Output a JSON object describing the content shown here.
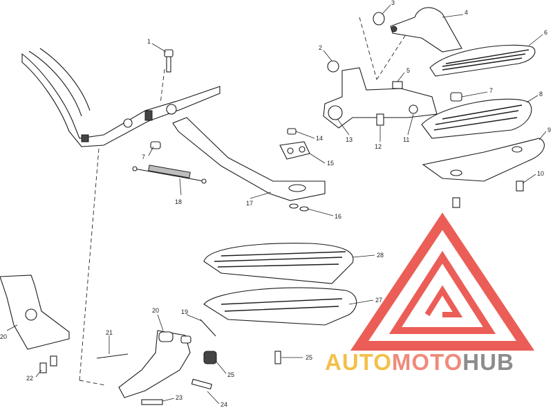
{
  "callouts": {
    "c1": "1",
    "c2": "2",
    "c3": "3",
    "c4": "4",
    "c5": "5",
    "c6": "6",
    "c7a": "7",
    "c7b": "7",
    "c8": "8",
    "c9": "9",
    "c10": "10",
    "c11": "11",
    "c12": "12",
    "c13": "13",
    "c14": "14",
    "c15": "15",
    "c16": "16",
    "c17": "17",
    "c18": "18",
    "c19": "19",
    "c20a": "20",
    "c20b": "20",
    "c21": "21",
    "c22": "22",
    "c23": "23",
    "c24": "24",
    "c25a": "25",
    "c25b": "25",
    "c27": "27",
    "c28": "28"
  },
  "watermark": {
    "part1": "AUTO",
    "part2": "MOTO",
    "part3": "HUB",
    "colors": {
      "auto": "#f3c04a",
      "moto": "#f08a7a",
      "hub": "#8c8c8c",
      "logo": "#e8423a"
    }
  }
}
